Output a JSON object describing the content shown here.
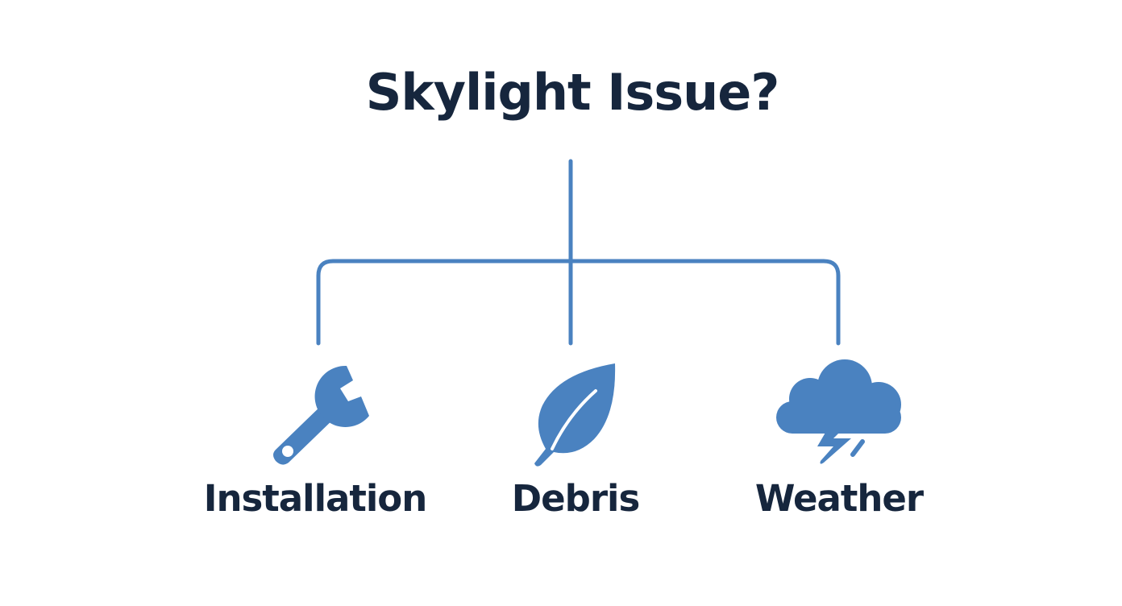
{
  "diagram": {
    "title": "Skylight Issue?",
    "colors": {
      "text": "#16263d",
      "accent": "#4a82c0",
      "background": "#ffffff"
    },
    "branches": [
      {
        "label": "Installation",
        "icon": "wrench-icon"
      },
      {
        "label": "Debris",
        "icon": "leaf-icon"
      },
      {
        "label": "Weather",
        "icon": "storm-cloud-icon"
      }
    ]
  }
}
